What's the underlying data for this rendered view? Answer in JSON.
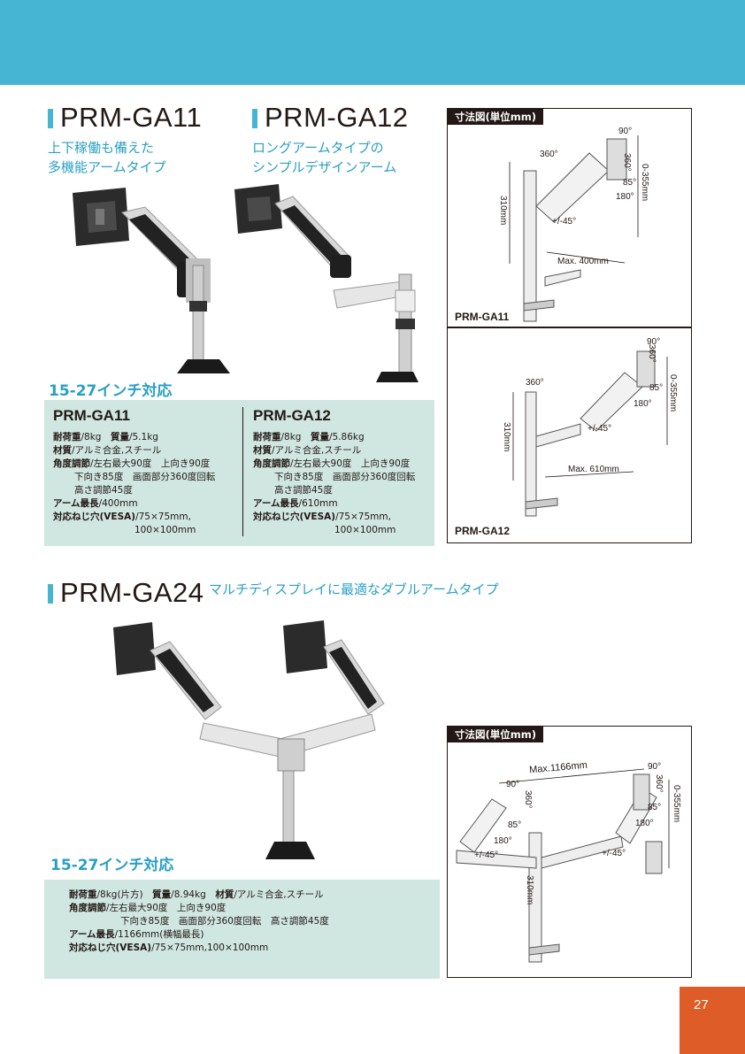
{
  "products": {
    "ga11": {
      "title": "PRM-GA11",
      "subtitle": [
        "上下稼働も備えた",
        "多機能アームタイプ"
      ]
    },
    "ga12": {
      "title": "PRM-GA12",
      "subtitle": [
        "ロングアームタイプの",
        "シンプルデザインアーム"
      ]
    },
    "ga24": {
      "title": "PRM-GA24",
      "subtitle": "マルチディスプレイに最適なダブルアームタイプ"
    }
  },
  "size_note": {
    "top": "15-27インチ対応",
    "bottom": "15-27インチ対応"
  },
  "specs": {
    "ga11": {
      "heading": "PRM-GA11",
      "lines": [
        {
          "label": "耐荷重",
          "text": "/8kg　"
        },
        {
          "label": "質量",
          "text": "/5.1kg"
        },
        {
          "label": "材質",
          "text": "/アルミ合金,スチール"
        },
        {
          "label": "角度調節",
          "text": "/左右最大90度　上向き90度"
        },
        {
          "label": "",
          "text": "下向き85度　画面部分360度回転"
        },
        {
          "label": "",
          "text": "高さ調節45度"
        },
        {
          "label": "アーム最長",
          "text": "/400mm"
        },
        {
          "label": "対応ねじ穴(VESA)",
          "text": "/75×75mm,"
        },
        {
          "label": "",
          "text": "100×100mm"
        }
      ]
    },
    "ga12": {
      "heading": "PRM-GA12",
      "lines": [
        {
          "label": "耐荷重",
          "text": "/8kg　"
        },
        {
          "label": "質量",
          "text": "/5.86kg"
        },
        {
          "label": "材質",
          "text": "/アルミ合金,スチール"
        },
        {
          "label": "角度調節",
          "text": "/左右最大90度　上向き90度"
        },
        {
          "label": "",
          "text": "下向き85度　画面部分360度回転"
        },
        {
          "label": "",
          "text": "高さ調節45度"
        },
        {
          "label": "アーム最長",
          "text": "/610mm"
        },
        {
          "label": "対応ねじ穴(VESA)",
          "text": "/75×75mm,"
        },
        {
          "label": "",
          "text": "100×100mm"
        }
      ]
    },
    "ga24": {
      "lines": [
        {
          "label": "耐荷重",
          "text": "/8kg(片方)　"
        },
        {
          "label": "質量",
          "text": "/8.94kg　"
        },
        {
          "label": "材質",
          "text": "/アルミ合金,スチール"
        },
        {
          "label": "角度調節",
          "text": "/左右最大90度　上向き90度"
        },
        {
          "label": "",
          "text": "下向き85度　画面部分360度回転　高さ調節45度"
        },
        {
          "label": "アーム最長",
          "text": "/1166mm(横幅最長)"
        },
        {
          "label": "対応ねじ穴(VESA)",
          "text": "/75×75mm,100×100mm"
        }
      ]
    }
  },
  "dim_diagrams": {
    "tag": "寸法図(単位mm)",
    "tag2": "寸法図(単位mm)",
    "ga11": {
      "label": "PRM-GA11",
      "tilt_up": "90°",
      "rot": "360°",
      "swivel": "360°",
      "tilt_down": "85°",
      "turn": "180°",
      "height_adj": "+/-45°",
      "pole": "310mm",
      "range": "0-355mm",
      "arm": "Max. 400mm"
    },
    "ga12": {
      "label": "PRM-GA12",
      "tilt_up": "90°",
      "rot": "360°",
      "swivel": "360°",
      "tilt_down": "85°",
      "turn": "180°",
      "height_adj": "+/-45°",
      "pole": "310mm",
      "range": "0-355mm",
      "arm": "Max. 610mm"
    },
    "ga24": {
      "width": "Max.1166mm",
      "tilt_up_l": "90°",
      "rot_l": "360°",
      "tilt_down_l": "85°",
      "turn_l": "180°",
      "adj_l": "+/-45°",
      "tilt_up_r": "90°",
      "rot_r": "360°",
      "tilt_down_r": "85°",
      "turn_r": "180°",
      "adj_r": "+/-45°",
      "pole": "310mm",
      "range": "0-355mm"
    }
  },
  "page_number": "27",
  "colors": {
    "accent": "#45b5d3",
    "spec_bg": "#cfe6e1",
    "page_tab": "#dd5c27",
    "subtitle": "#2a9fc3"
  }
}
